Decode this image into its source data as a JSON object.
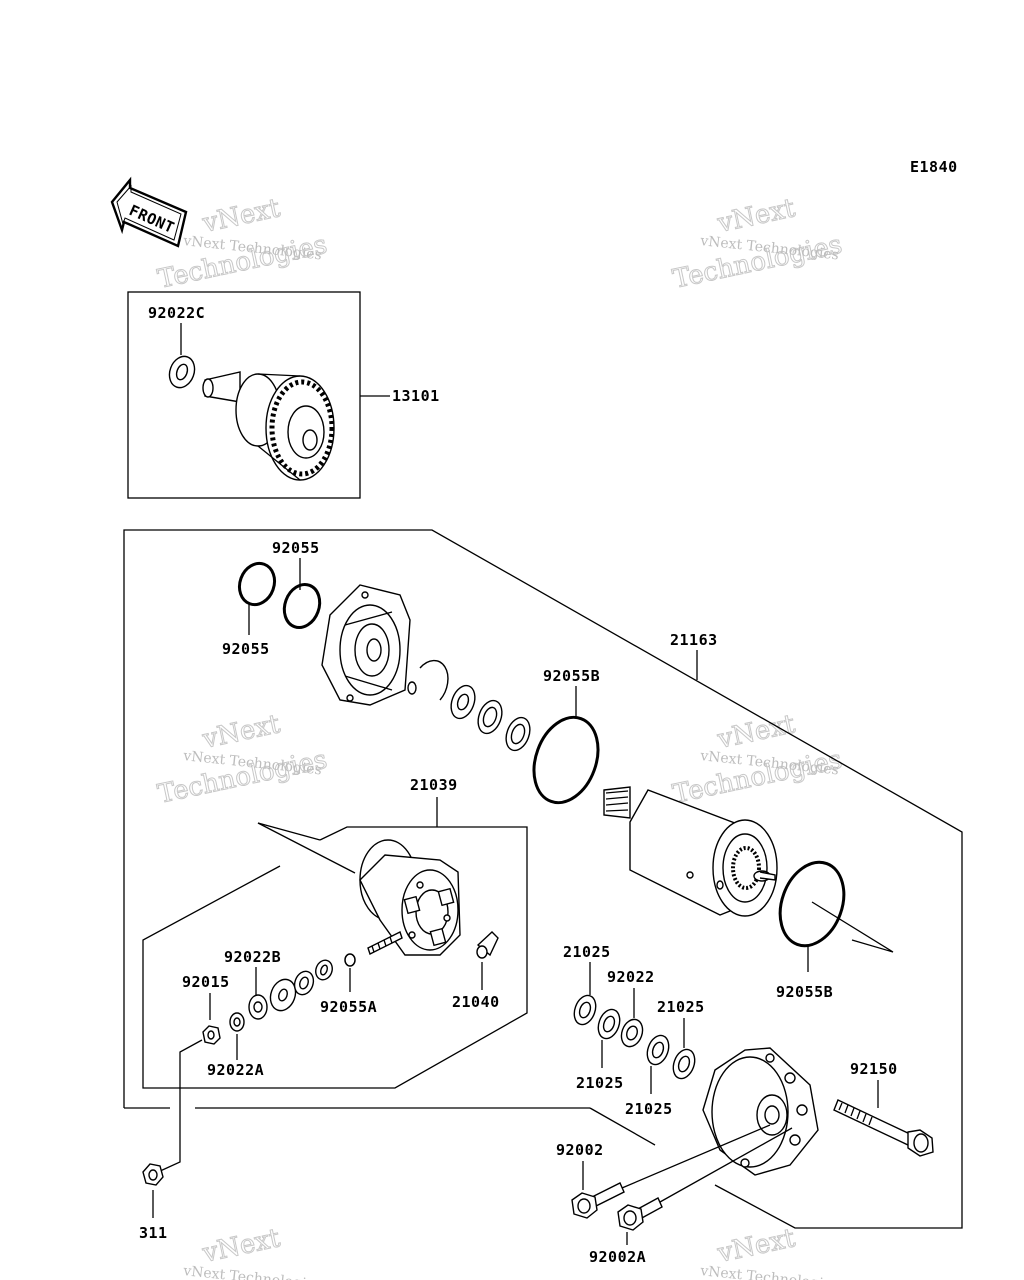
{
  "diagram_code": "E1840",
  "front_label": "FRONT",
  "watermark": {
    "line1": "vNext",
    "line2": "Technologies",
    "caption": "vNext Technologies"
  },
  "parts": {
    "p13101": "13101",
    "p92022C": "92022C",
    "p92055_top": "92055",
    "p92055_bottom": "92055",
    "p21163": "21163",
    "p92055B_top": "92055B",
    "p92055B_bottom": "92055B",
    "p21039": "21039",
    "p92022B": "92022B",
    "p92015": "92015",
    "p92055A": "92055A",
    "p21040": "21040",
    "p92022A": "92022A",
    "p21025_a": "21025",
    "p92022": "92022",
    "p21025_b": "21025",
    "p21025_c": "21025",
    "p21025_d": "21025",
    "p92150": "92150",
    "p92002": "92002",
    "p92002A": "92002A",
    "p311": "311"
  }
}
